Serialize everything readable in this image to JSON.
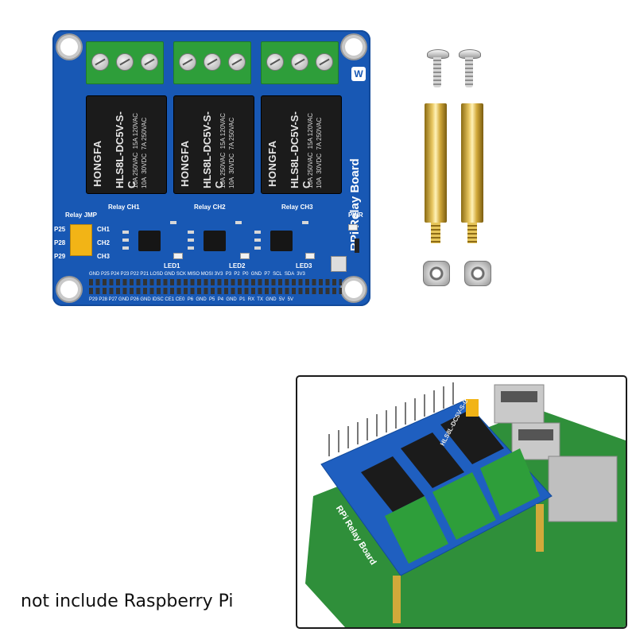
{
  "board": {
    "title": "RPi Relay Board",
    "logo": "waveshare-logo",
    "channels": [
      {
        "label": "Relay CH1",
        "led": "LED1"
      },
      {
        "label": "Relay CH2",
        "led": "LED2"
      },
      {
        "label": "Relay CH3",
        "led": "LED3"
      }
    ],
    "relay": {
      "brand": "HONGFA",
      "model": "HLS8L-DC5V-S-C",
      "spec": "10A 250VAC  15A 120VAC\n10A  30VDC  7A 250VAC"
    },
    "jumper": {
      "title": "Relay JMP",
      "pins_left": [
        "P25",
        "P28",
        "P29"
      ],
      "pins_right": [
        "CH1",
        "CH2",
        "CH3"
      ]
    },
    "power_label": "PWR",
    "header_top": "GND P25 P24 P23 P22 P21 LOSD GND SCK MISO MOSI 3V3  P3  P2  P0  GND  P7  SCL  SDA  3V3",
    "header_bottom": "P29 P28 P27 GND P26 GND IDSC CE1 CE0  P6  GND  P5  P4  GND  P1  RX  TX  GND  5V  5V"
  },
  "inset": {
    "board_title": "RPi Relay Board",
    "relay_model": "HLS8L-DC5V-S-C"
  },
  "caption": "not include Raspberry Pi",
  "colors": {
    "pcb_blue": "#1858b4",
    "terminal_green": "#2e9e3a",
    "relay_black": "#1b1b1b",
    "brass": "#e8c760",
    "pi_green": "#2f8f3a"
  }
}
